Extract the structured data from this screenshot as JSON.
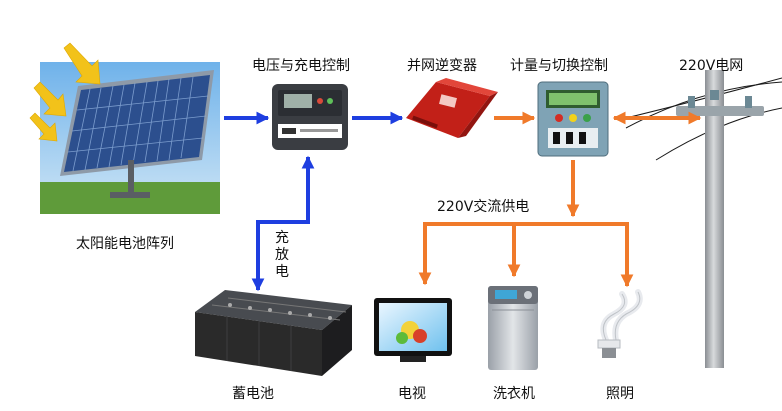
{
  "diagram": {
    "labels": {
      "solar_array": "太阳能电池阵列",
      "charge_controller": "电压与充电控制",
      "inverter": "并网逆变器",
      "metering_control": "计量与切换控制",
      "grid": "220V电网",
      "ac_supply": "220V交流供电",
      "battery": "蓄电池",
      "tv": "电视",
      "washer": "洗衣机",
      "lighting": "照明"
    },
    "charge_discharge_chars": [
      "充",
      "放",
      "电"
    ],
    "colors": {
      "dc_arrow": "#1e3ee0",
      "ac_arrow": "#f07a2a",
      "panel_frame": "#8e9aa8",
      "panel_cell": "#2c4f8e",
      "inverter_body": "#d82a22",
      "controller_body": "#3a3d42",
      "meter_body": "#7fa3b5",
      "pole": "#a6a9ad",
      "battery_body": "#2a2a2a",
      "washer_body": "#b8bcc2"
    },
    "icons": [
      "sun-ray-icon",
      "solar-panel-icon",
      "controller-icon",
      "inverter-icon",
      "meter-icon",
      "utility-pole-icon",
      "battery-icon",
      "tv-icon",
      "washer-icon",
      "bulb-icon"
    ]
  }
}
